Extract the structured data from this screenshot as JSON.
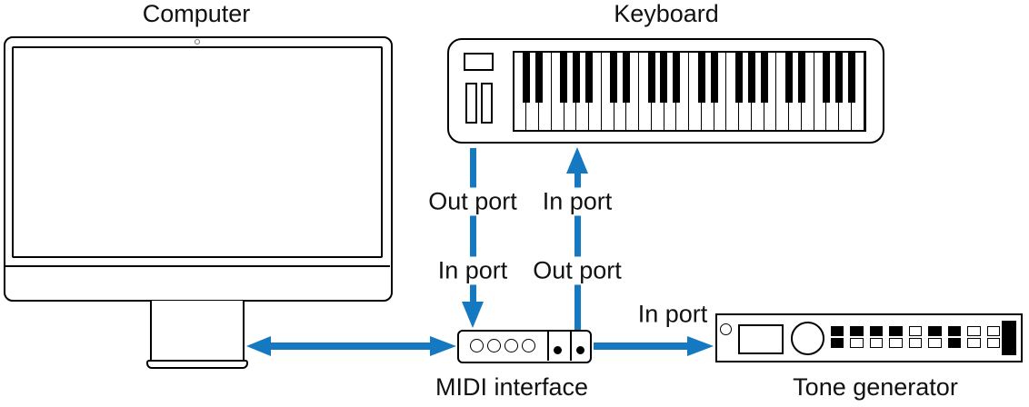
{
  "labels": {
    "computer": "Computer",
    "keyboard": "Keyboard",
    "midi_interface": "MIDI interface",
    "tone_generator": "Tone generator"
  },
  "connections": {
    "keyboard_to_interface": {
      "direction": "down",
      "upper_label": "Out port",
      "lower_label": "In port"
    },
    "interface_to_keyboard": {
      "direction": "up",
      "upper_label": "In port",
      "lower_label": "Out port"
    },
    "interface_to_tone_generator": {
      "direction": "right",
      "label": "In port"
    },
    "computer_to_interface": {
      "direction": "both"
    }
  },
  "colors": {
    "arrow_blue": "#1479C1",
    "stroke": "#000000"
  },
  "keyboard_device": {
    "white_key_count": 28,
    "black_key_after_offsets": [
      0,
      1,
      3,
      4,
      5
    ]
  },
  "midi_interface_device": {
    "port_circle_count": 4,
    "indicator_dot_count": 2
  },
  "tone_generator_device": {
    "button_grid": [
      [
        1,
        1,
        1,
        1,
        0,
        1,
        1,
        0,
        0
      ],
      [
        1,
        0,
        0,
        0,
        0,
        0,
        1,
        0,
        0
      ]
    ]
  }
}
